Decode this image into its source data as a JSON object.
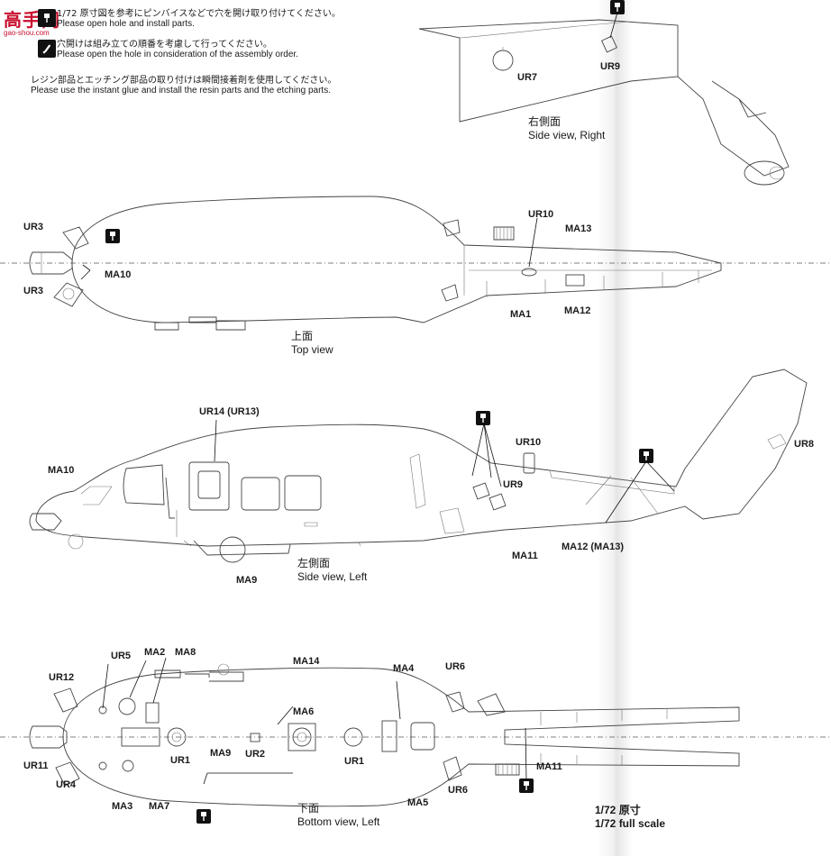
{
  "logo": {
    "text": "高手网",
    "url": "gao-shou.com"
  },
  "instructions": [
    {
      "jp": "1/72 原寸図を参考にピンバイスなどで穴を開け取り付けてください。",
      "en": "Please open hole and install parts."
    },
    {
      "jp": "穴開けは組み立ての順番を考慮して行ってください。",
      "en": "Please open the hole in consideration of the assembly order."
    },
    {
      "jp": "レジン部品とエッチング部品の取り付けは瞬間接着剤を使用してください。",
      "en": "Please use the instant glue and install the resin parts and the etching parts."
    }
  ],
  "views": {
    "right": {
      "jp": "右側面",
      "en": "Side view, Right"
    },
    "top": {
      "jp": "上面",
      "en": "Top view"
    },
    "left": {
      "jp": "左側面",
      "en": "Side view, Left"
    },
    "bottom": {
      "jp": "下面",
      "en": "Bottom view, Left"
    }
  },
  "labels": {
    "ur7": "UR7",
    "ur9a": "UR9",
    "ur3a": "UR3",
    "ur3b": "UR3",
    "ma10a": "MA10",
    "ur10a": "UR10",
    "ma13": "MA13",
    "ma1": "MA1",
    "ma12a": "MA12",
    "ur14": "UR14 (UR13)",
    "ma10b": "MA10",
    "ur10b": "UR10",
    "ur9b": "UR9",
    "ur8": "UR8",
    "ma11a": "MA11",
    "ma12b": "MA12 (MA13)",
    "ma9a": "MA9",
    "ur5": "UR5",
    "ma2": "MA2",
    "ma8": "MA8",
    "ma14": "MA14",
    "ma4": "MA4",
    "ur6a": "UR6",
    "ur12": "UR12",
    "ma6": "MA6",
    "ur11": "UR11",
    "ur1a": "UR1",
    "ur2": "UR2",
    "ur1b": "UR1",
    "ma11b": "MA11",
    "ur4": "UR4",
    "ma9b": "MA9",
    "ma3": "MA3",
    "ma7": "MA7",
    "ma5": "MA5",
    "ur6b": "UR6"
  },
  "scale": {
    "jp": "1/72 原寸",
    "en": "1/72 full scale"
  },
  "icons": {
    "drill": "pin-vise-drill-icon",
    "glue": "glue-drop-icon"
  }
}
